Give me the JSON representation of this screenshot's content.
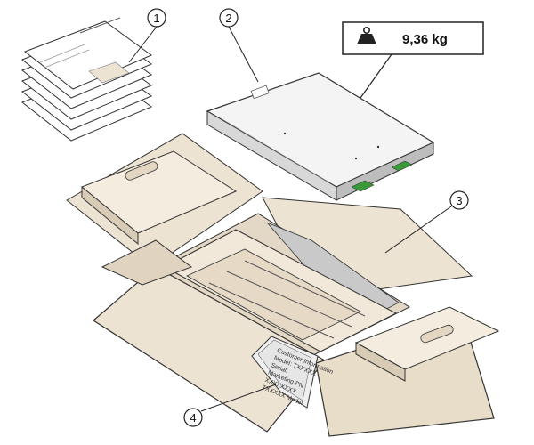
{
  "callouts": [
    {
      "number": "1"
    },
    {
      "number": "2"
    },
    {
      "number": "3"
    },
    {
      "number": "4"
    }
  ],
  "weight": {
    "value": "9,36 kg",
    "icon": "weight-icon"
  },
  "label_lines": [
    "Customer Information",
    "Model: TXXXXX",
    "Serial:",
    "Marketing PN",
    "XXXXXXXX",
    "TXXXXX Model"
  ],
  "colors": {
    "cardboard": "#ede3d2",
    "cardboard_shadow": "#d9ccb6",
    "server": "#f2f2f2",
    "outline": "#333333",
    "green": "#3a9a3a"
  }
}
